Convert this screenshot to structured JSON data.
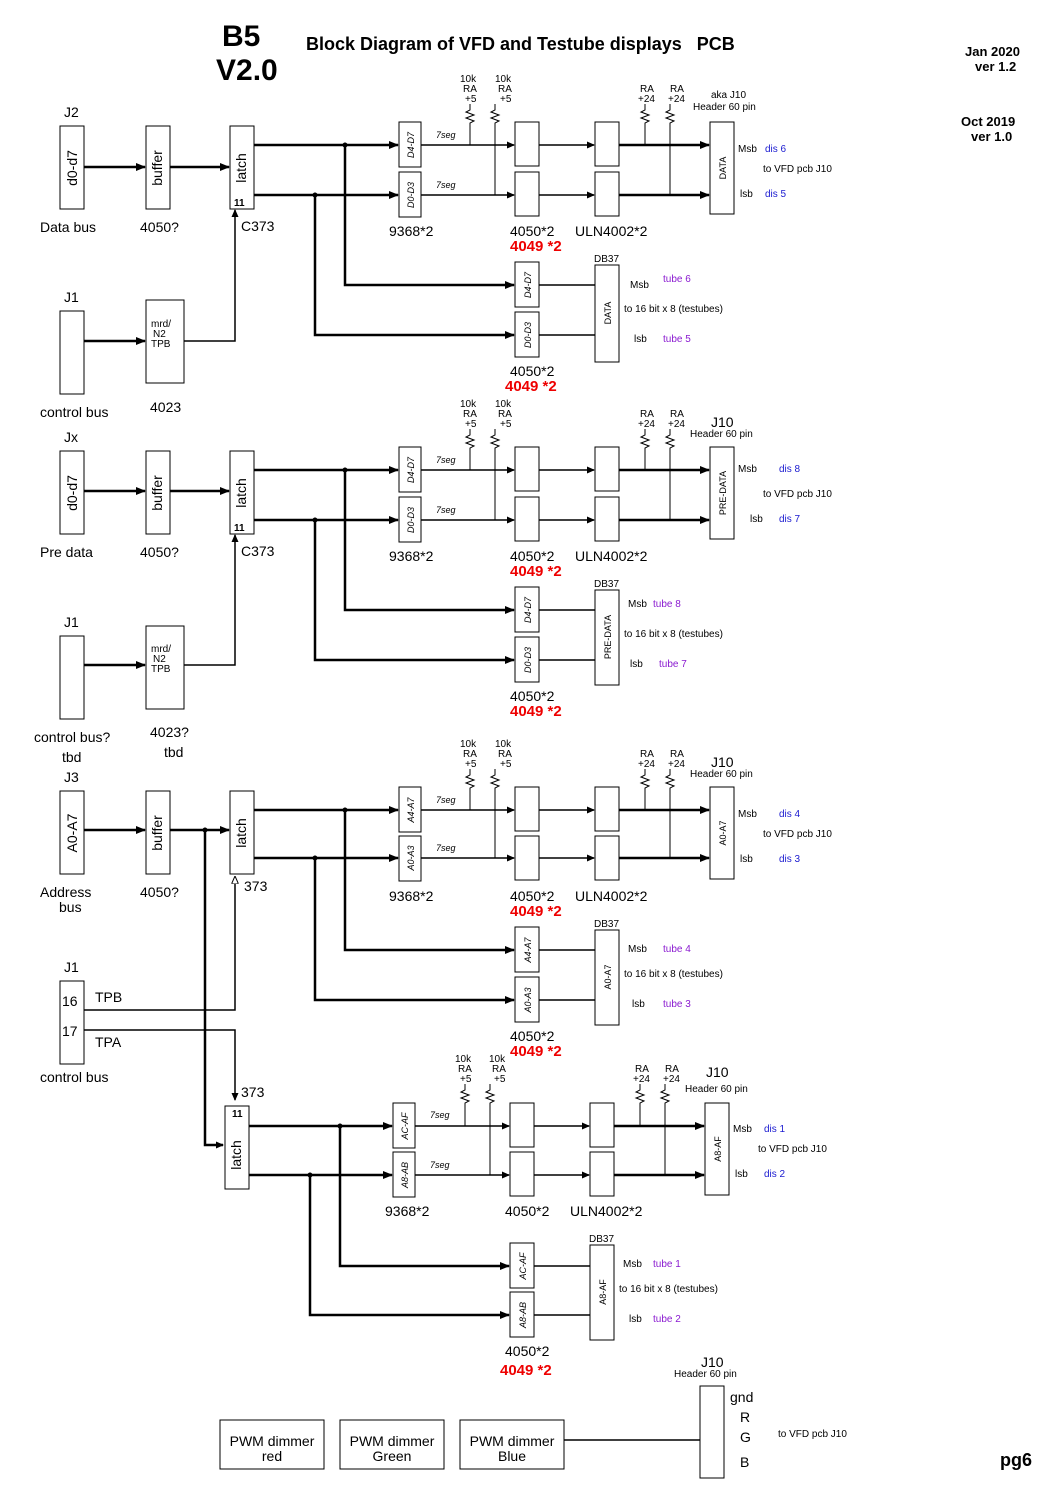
{
  "header": {
    "model": "B5",
    "version": "V2.0",
    "title": "Block Diagram of VFD and Testube displays   PCB",
    "rev_new_date": "Jan 2020",
    "rev_new_ver": "ver 1.2",
    "rev_old_date": "Oct 2019",
    "rev_old_ver": "ver 1.0",
    "page": "pg6"
  },
  "common": {
    "r10k": "10k",
    "ra": "RA",
    "p5": "+5",
    "p24": "+24",
    "seg": "7seg",
    "header60": "Header 60 pin",
    "j10": "J10",
    "aka_j10": "aka J10",
    "db37": "DB37",
    "msb": "Msb",
    "lsb": "lsb",
    "to_vfd": "to VFD pcb J10",
    "to_tubes": "to 16 bit  x 8 (testubes)",
    "buffer": "buffer",
    "latch": "latch",
    "pin11": "11",
    "mrd": "mrd/",
    "n2": "N2",
    "tpb": "TPB",
    "c9368": "9368*2",
    "c4050": "4050*2",
    "culn": "ULN4002*2",
    "c4049": "4049 *2",
    "c4050q": "4050?"
  },
  "block1": {
    "conn": "J2",
    "bus": "d0-d7",
    "bus_name": "Data bus",
    "latch_chip": "C373",
    "hi": "D4-D7",
    "lo": "D0-D3",
    "out_label": "DATA",
    "tube_label": "DATA",
    "dis_hi": "dis 6",
    "dis_lo": "dis 5",
    "tube_hi": "tube 6",
    "tube_lo": "tube 5",
    "ctrl_conn": "J1",
    "ctrl_name": "control bus",
    "ctrl_chip": "4023"
  },
  "block2": {
    "conn": "Jx",
    "bus": "d0-d7",
    "bus_name": "Pre data",
    "latch_chip": "C373",
    "hi": "D4-D7",
    "lo": "D0-D3",
    "out_label": "PRE-DATA",
    "tube_label": "PRE-DATA",
    "dis_hi": "dis 8",
    "dis_lo": "dis 7",
    "tube_hi": "tube 8",
    "tube_lo": "tube 7",
    "ctrl_conn": "J1",
    "ctrl_name": "control bus?",
    "ctrl_tbd": "tbd",
    "ctrl_chip": "4023?",
    "chip_tbd": "tbd"
  },
  "block3": {
    "conn": "J3",
    "bus": "A0-A7",
    "bus_name": "Address",
    "bus_name2": "bus",
    "latch_chip": "373",
    "hi": "A4-A7",
    "lo": "A0-A3",
    "out_label": "A0-A7",
    "tube_label": "A0-A7",
    "dis_hi": "dis 4",
    "dis_lo": "dis 3",
    "tube_hi": "tube 4",
    "tube_lo": "tube 3",
    "ctrl_conn": "J1",
    "pin16": "16",
    "pin17": "17",
    "sig_tpb": "TPB",
    "sig_tpa": "TPA",
    "ctrl_name": "control bus"
  },
  "block4": {
    "latch_chip": "373",
    "hi": "AC-AF",
    "lo": "A8-AB",
    "out_label": "A8-AF",
    "tube_label": "A8-AF",
    "dis_hi": "dis 1",
    "dis_lo": "dis 2",
    "tube_hi": "tube 1",
    "tube_lo": "tube 2"
  },
  "pwm": {
    "j10": "J10",
    "header": "Header 60 pin",
    "gnd": "gnd",
    "r": "R",
    "g": "G",
    "b": "B",
    "to": "to VFD pcb J10",
    "pwm": "PWM dimmer",
    "red": "red",
    "green": "Green",
    "blue": "Blue"
  }
}
